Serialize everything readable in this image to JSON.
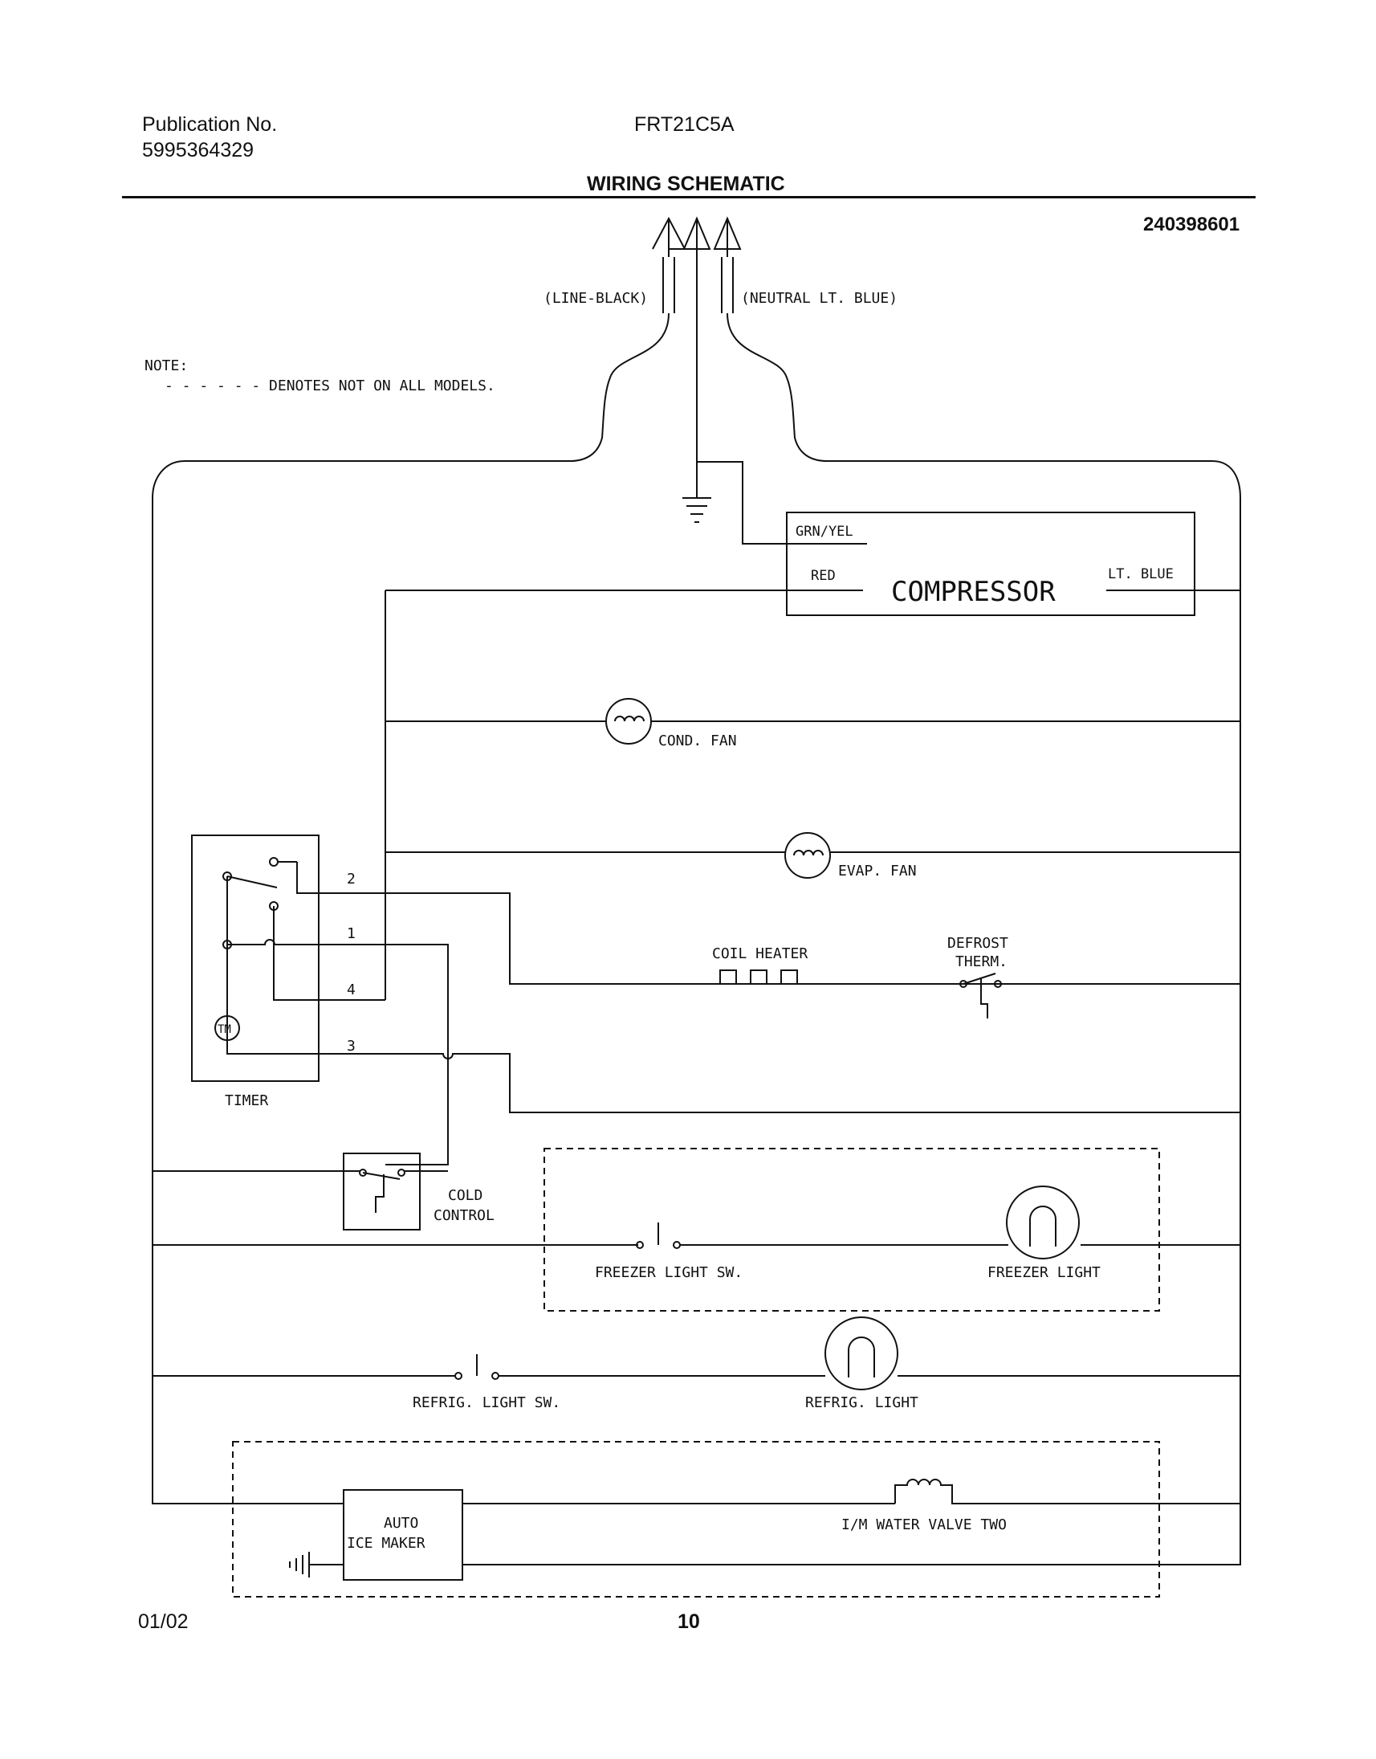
{
  "header": {
    "publication_label": "Publication No.",
    "publication_number": "5995364329",
    "model": "FRT21C5A",
    "title": "WIRING SCHEMATIC",
    "drawing_number": "240398601"
  },
  "supply": {
    "line": "(LINE-BLACK)",
    "neutral": "(NEUTRAL LT. BLUE)"
  },
  "note": {
    "label": "NOTE:",
    "text": "- - - - - - DENOTES NOT ON ALL MODELS."
  },
  "compressor": {
    "name": "COMPRESSOR",
    "ground_wire": "GRN/YEL",
    "left_wire": "RED",
    "right_wire": "LT. BLUE"
  },
  "components": {
    "cond_fan": "COND. FAN",
    "evap_fan": "EVAP. FAN",
    "coil_heater": "COIL HEATER",
    "defrost_therm_line1": "DEFROST",
    "defrost_therm_line2": "THERM.",
    "timer": "TIMER",
    "timer_motor": "TM",
    "cold_control_line1": "COLD",
    "cold_control_line2": "CONTROL",
    "freezer_light_sw": "FREEZER LIGHT SW.",
    "freezer_light": "FREEZER LIGHT",
    "refrig_light_sw": "REFRIG. LIGHT SW.",
    "refrig_light": "REFRIG. LIGHT",
    "ice_maker_line1": "AUTO",
    "ice_maker_line2": "ICE MAKER",
    "water_valve": "I/M WATER VALVE TWO"
  },
  "timer_terminals": [
    "2",
    "1",
    "4",
    "3"
  ],
  "footer": {
    "date": "01/02",
    "page": "10"
  }
}
